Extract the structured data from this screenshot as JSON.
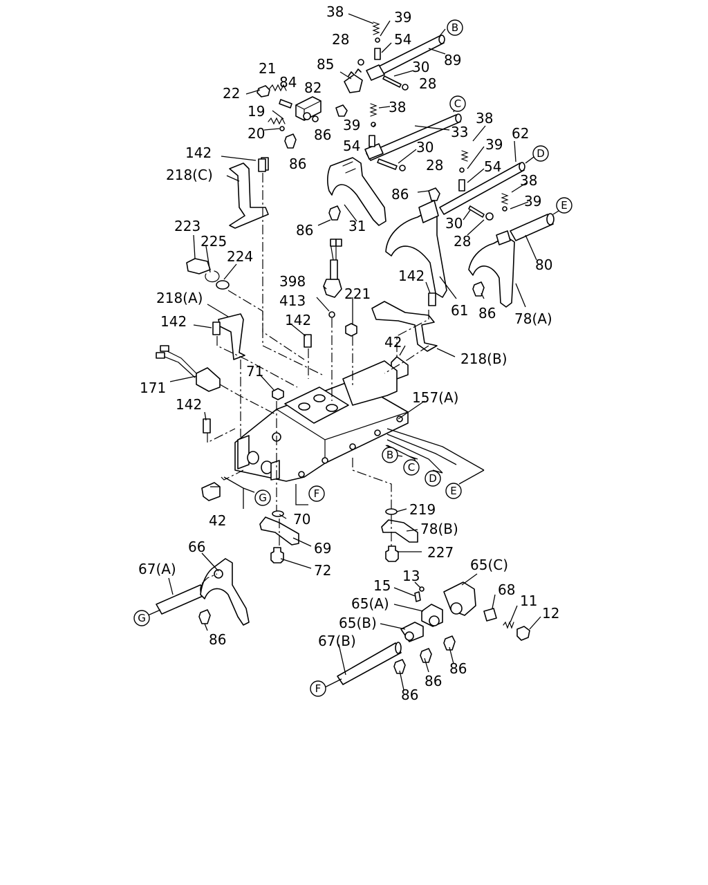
{
  "callouts": {
    "c38a": "38",
    "c39a": "39",
    "c28a": "28",
    "c54a": "54",
    "cB1": "B",
    "c89": "89",
    "c21": "21",
    "c84": "84",
    "c85": "85",
    "c30a": "30",
    "c28b": "28",
    "c22": "22",
    "c82": "82",
    "c19": "19",
    "c38b": "38",
    "c20": "20",
    "c39b": "39",
    "c86a": "86",
    "cC1": "C",
    "c33": "33",
    "c86b": "86",
    "c38c": "38",
    "c62": "62",
    "cD1": "D",
    "c142a": "142",
    "c54b": "54",
    "c30b": "30",
    "c39c": "39",
    "c218c": "218(C)",
    "c28c": "28",
    "c54c": "54",
    "c86c": "86",
    "c38d": "38",
    "c39d": "39",
    "cE1": "E",
    "c86d": "86",
    "c31": "31",
    "c30c": "30",
    "c28d": "28",
    "c223": "223",
    "c225": "225",
    "c80": "80",
    "c224": "224",
    "c398": "398",
    "c142b": "142",
    "c413": "413",
    "c221": "221",
    "c218a": "218(A)",
    "c61": "61",
    "c86e": "86",
    "c78a": "78(A)",
    "c142c": "142",
    "c142d": "142",
    "c42a": "42",
    "c218b": "218(B)",
    "c171": "171",
    "c71": "71",
    "c157a": "157(A)",
    "c142e": "142",
    "cB2": "B",
    "cC2": "C",
    "cD2": "D",
    "cE2": "E",
    "cG1": "G",
    "cF1": "F",
    "c42b": "42",
    "c70": "70",
    "c219": "219",
    "c78b": "78(B)",
    "c69": "69",
    "c227": "227",
    "c72": "72",
    "c66": "66",
    "c65c": "65(C)",
    "c67a": "67(A)",
    "c15": "15",
    "c13": "13",
    "c68": "68",
    "c65a": "65(A)",
    "c11": "11",
    "c12": "12",
    "c65b": "65(B)",
    "c86f": "86",
    "c67b": "67(B)",
    "cG2": "G",
    "c86g": "86",
    "c86h": "86",
    "cF2": "F",
    "c86i": "86"
  }
}
